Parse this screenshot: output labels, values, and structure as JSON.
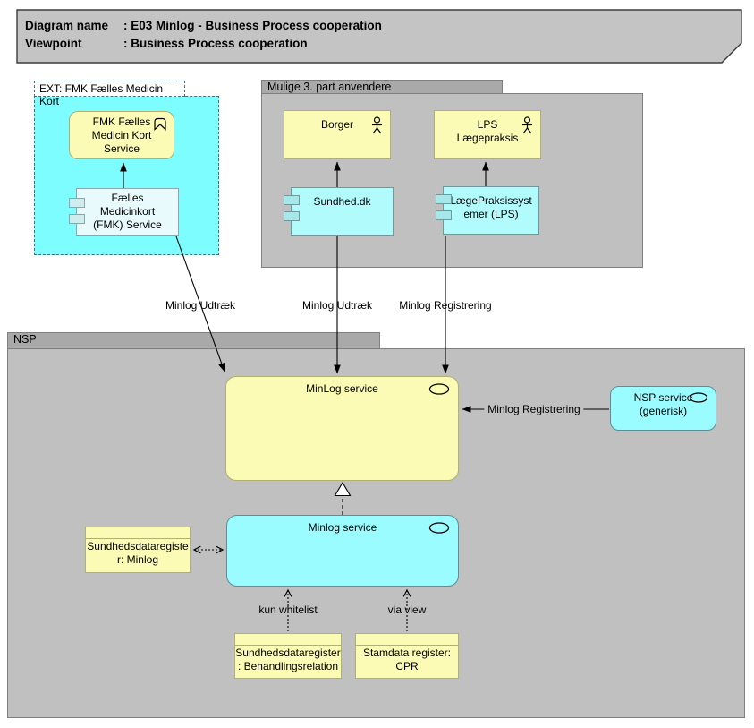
{
  "title_note": {
    "row1_label": "Diagram name",
    "row1_value": ": E03 Minlog - Business Process cooperation",
    "row2_label": "Viewpoint",
    "row2_value": ": Business Process cooperation"
  },
  "groups": {
    "ext_fmk": {
      "label": "EXT: FMK Fælles Medicin Kort"
    },
    "mulige": {
      "label": "Mulige 3. part anvendere"
    },
    "nsp": {
      "label": "NSP"
    }
  },
  "nodes": {
    "fmk_service": {
      "label": "FMK Fælles Medicin Kort Service",
      "icon": "function-chevron-icon"
    },
    "fmk_component": {
      "label": "Fælles Medicinkort (FMK) Service",
      "icon": "component-icon"
    },
    "borger": {
      "label": "Borger",
      "icon": "actor-icon"
    },
    "lps_laegepraksis": {
      "label": "LPS Lægepraksis",
      "icon": "actor-icon"
    },
    "sundhed_dk": {
      "label": "Sundhed.dk",
      "icon": "component-icon"
    },
    "laegepraksissystemer": {
      "label": "LægePraksissystemer (LPS)",
      "icon": "component-icon"
    },
    "minlog_service_app": {
      "label": "MinLog service",
      "icon": "service-oval-icon"
    },
    "nsp_service_generisk": {
      "label": "NSP service (generisk)",
      "icon": "service-oval-icon"
    },
    "minlog_service_comp": {
      "label": "Minlog service",
      "icon": "service-oval-icon"
    },
    "sdr_minlog": {
      "label": "Sundhedsdataregister: Minlog",
      "icon": "data-object-band"
    },
    "sdr_behandlingsrelation": {
      "label": "Sundhedsdataregister: Behandlingsrelation",
      "icon": "data-object-band"
    },
    "stamdata_cpr": {
      "label": "Stamdata register: CPR",
      "icon": "data-object-band"
    }
  },
  "connections": {
    "udtraek_fmk": {
      "label": "Minlog Udtræk"
    },
    "udtraek_sundhed": {
      "label": "Minlog Udtræk"
    },
    "registrering_lps": {
      "label": "Minlog Registrering"
    },
    "registrering_nsp": {
      "label": "Minlog Registrering"
    },
    "kun_whitelist": {
      "label": "kun whitelist"
    },
    "via_view": {
      "label": "via view"
    }
  },
  "colors": {
    "group_cyan": "#7dfdff",
    "element_yellow": "#fbfbb5",
    "service_cyan": "#9bfcff",
    "component_cyan": "#b2fbfd",
    "group_gray_tab": "#a9a9a9",
    "group_gray_body": "#c0c0c0",
    "note_gray": "#c4c4c4"
  }
}
